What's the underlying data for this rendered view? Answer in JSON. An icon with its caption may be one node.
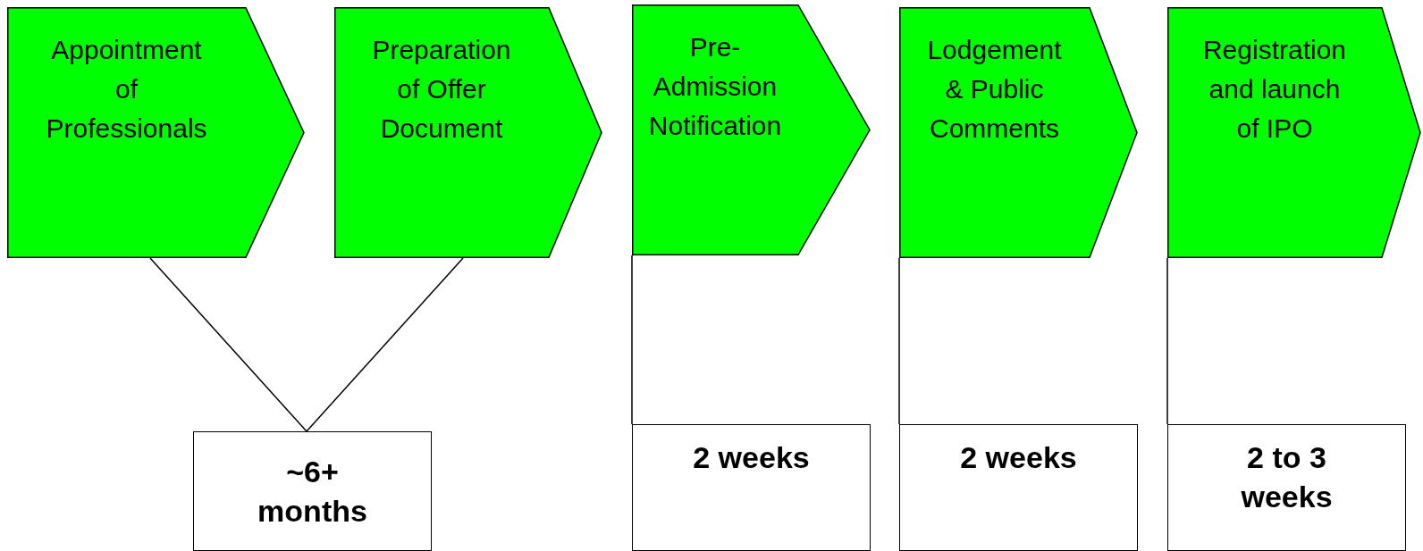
{
  "diagram": {
    "nodes": [
      {
        "text": [
          "Appointment of Professionals"
        ]
      },
      {
        "text": [
          "Preparation of Offer Document"
        ]
      },
      {
        "text": [
          "Pre- Admission Notification"
        ]
      },
      {
        "text": [
          "Lodgement & Public Comments"
        ]
      },
      {
        "text": [
          "Registration and launch of IPO"
        ]
      },
      {
        "text": [
          "~6+ months"
        ]
      },
      {
        "text": [
          "2 weeks"
        ]
      },
      {
        "text": [
          "2 weeks"
        ]
      },
      {
        "text": [
          "2 to 3 weeks"
        ]
      }
    ],
    "edges": [
      {
        "from": 0,
        "to": 5,
        "arrow": "none"
      },
      {
        "from": 1,
        "to": 5,
        "arrow": "none"
      },
      {
        "from": 2,
        "to": 6,
        "arrow": "none"
      },
      {
        "from": 3,
        "to": 7,
        "arrow": "none"
      },
      {
        "from": 4,
        "to": 8,
        "arrow": "none"
      }
    ]
  }
}
